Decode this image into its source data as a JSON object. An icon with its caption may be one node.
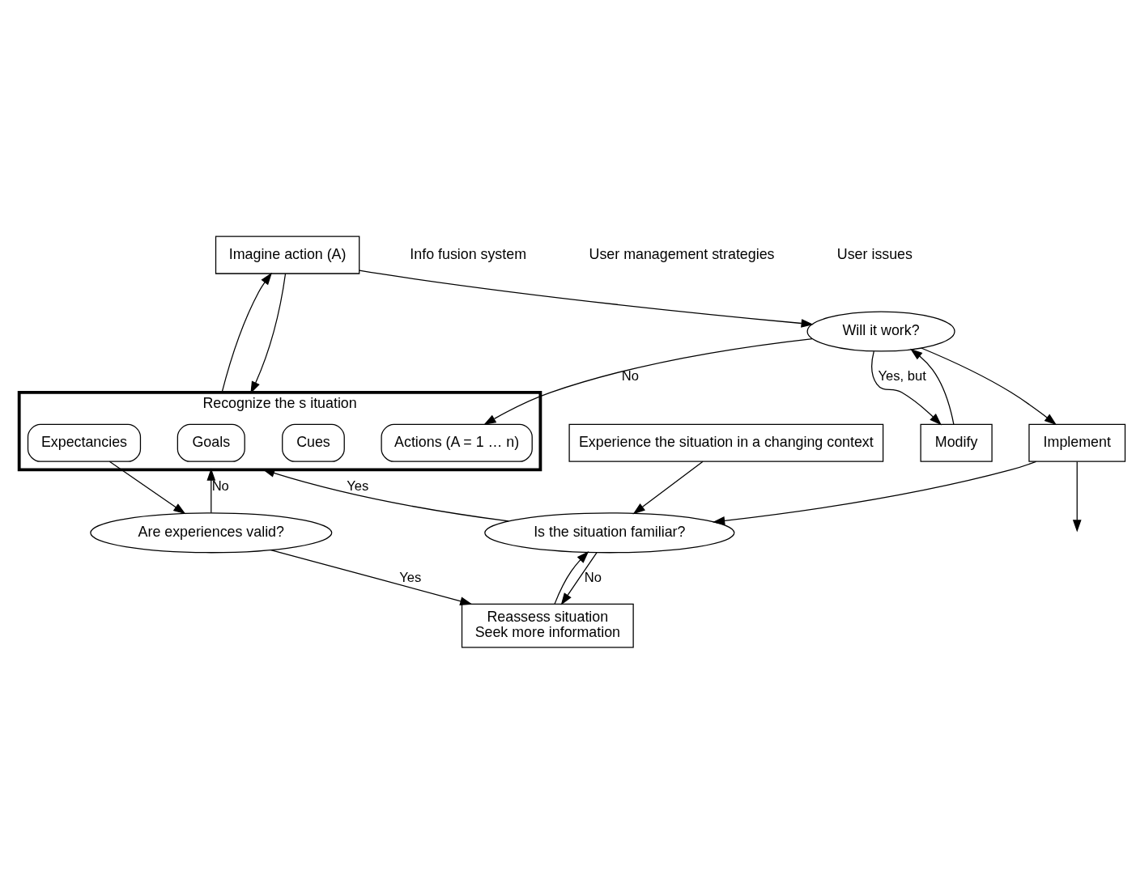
{
  "diagram": {
    "nodes": [
      {
        "text": [
          "Experience the situation in a changing context"
        ]
      },
      {
        "text": [
          "Is the situation familiar?"
        ]
      },
      {
        "text": [
          "Reassess situation",
          "Seek more information"
        ]
      },
      {
        "text": [
          "Recognize the s ituation"
        ]
      },
      {
        "text": [
          "Goals"
        ],
        "in": 3
      },
      {
        "text": [
          "Cues"
        ],
        "in": 3
      },
      {
        "text": [
          "Expectancies"
        ],
        "in": 3
      },
      {
        "text": [
          "Actions (A = 1 … n)"
        ],
        "in": 3
      },
      {
        "text": [
          "Are experiences valid?"
        ]
      },
      {
        "text": [
          "Imagine action (A)"
        ]
      },
      {
        "text": [
          "Will it work?"
        ]
      },
      {
        "text": [
          "Modify"
        ]
      },
      {
        "text": [
          "Implement"
        ]
      }
    ],
    "edges": [
      {
        "from": 0,
        "to": 1,
        "arrow": "to"
      },
      {
        "from": 1,
        "to": 2,
        "arrow": "to",
        "label": "No"
      },
      {
        "from": 2,
        "to": 1,
        "arrow": "to"
      },
      {
        "from": 1,
        "to": 3,
        "arrow": "to",
        "label": "Yes"
      },
      {
        "from": 6,
        "to": 8,
        "arrow": "to"
      },
      {
        "from": 8,
        "to": 2,
        "arrow": "to",
        "label": "Yes"
      },
      {
        "from": 8,
        "to": 3,
        "arrow": "to",
        "label": "No"
      },
      {
        "from": 3,
        "to": 9,
        "arrow": "to"
      },
      {
        "from": 9,
        "to": 3,
        "arrow": "to"
      },
      {
        "from": 9,
        "to": 10,
        "arrow": "to"
      },
      {
        "from": 10,
        "to": 11,
        "arrow": "to",
        "label": "Yes, but"
      },
      {
        "from": 11,
        "to": 10,
        "arrow": "to"
      },
      {
        "from": 10,
        "to": 7,
        "arrow": "to",
        "label": "No"
      },
      {
        "from": 10,
        "to": 12,
        "arrow": "to"
      },
      {
        "from": 12,
        "to": 1,
        "arrow": "to"
      },
      {
        "from": 12,
        "to": null,
        "arrow": "to"
      }
    ],
    "labels": [
      "Info fusion system",
      "User management strategies",
      "User issues"
    ]
  }
}
